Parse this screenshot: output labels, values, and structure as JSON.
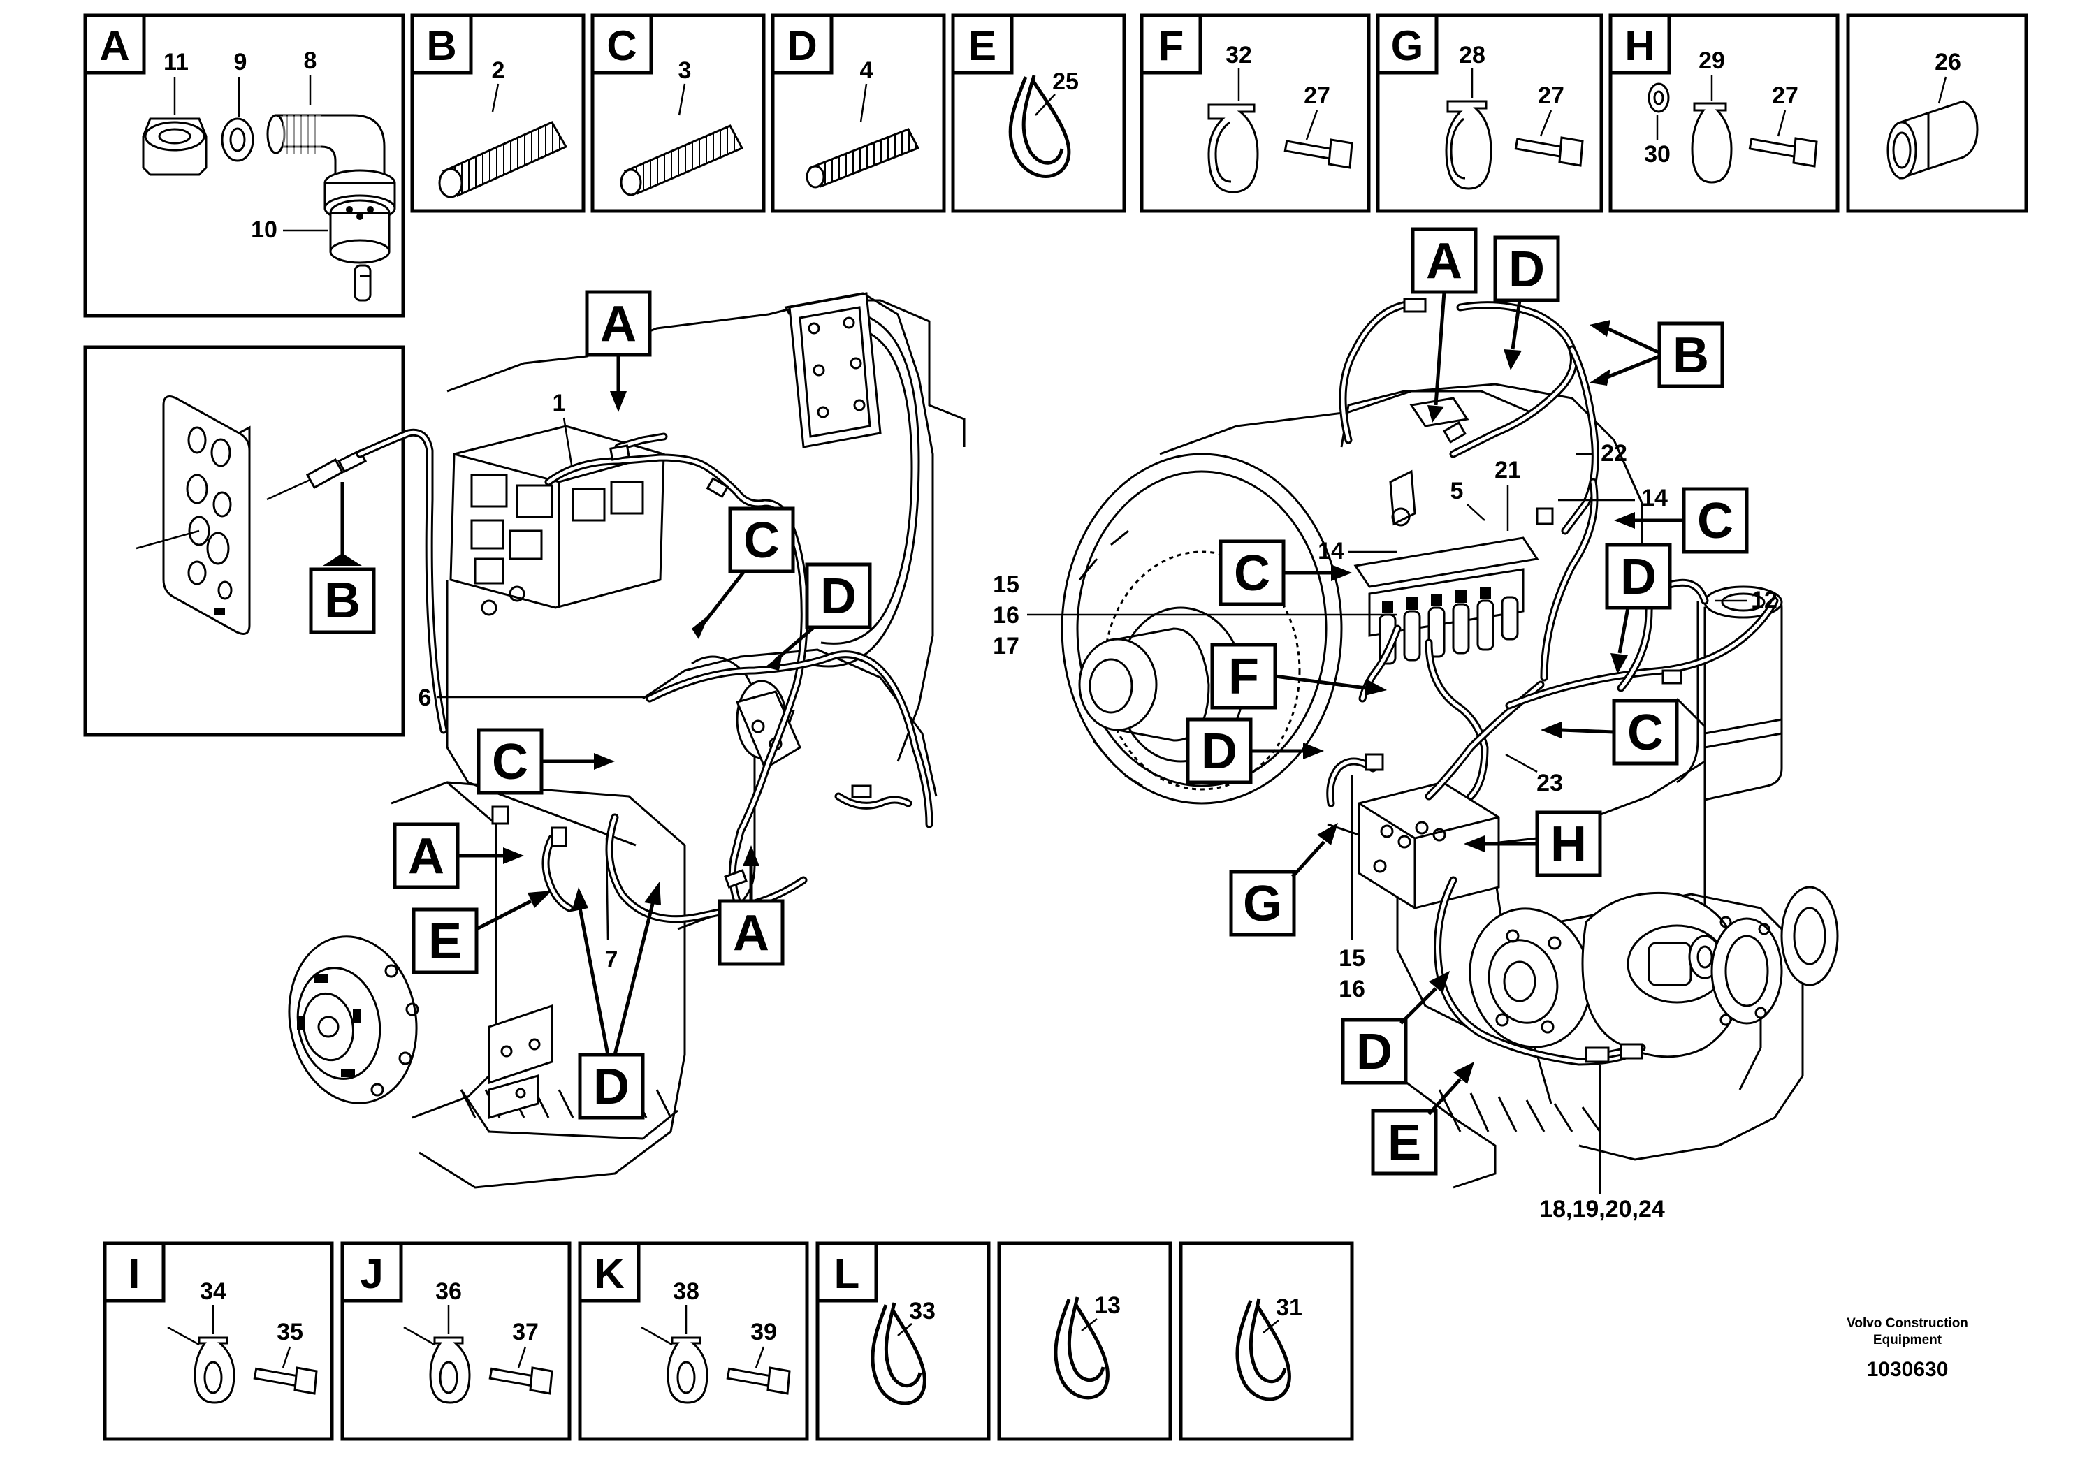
{
  "top_boxes": [
    {
      "letter": "A",
      "numbers": [
        "11",
        "9",
        "8",
        "10"
      ]
    },
    {
      "letter": "B",
      "numbers": [
        "2"
      ]
    },
    {
      "letter": "C",
      "numbers": [
        "3"
      ]
    },
    {
      "letter": "D",
      "numbers": [
        "4"
      ]
    },
    {
      "letter": "E",
      "numbers": [
        "25"
      ]
    },
    {
      "letter": "F",
      "numbers": [
        "32",
        "27"
      ]
    },
    {
      "letter": "G",
      "numbers": [
        "28",
        "27"
      ]
    },
    {
      "letter": "H",
      "numbers": [
        "29",
        "27",
        "30"
      ]
    },
    {
      "letter": "",
      "numbers": [
        "26"
      ]
    }
  ],
  "bottom_boxes": [
    {
      "letter": "I",
      "numbers": [
        "34",
        "35"
      ]
    },
    {
      "letter": "J",
      "numbers": [
        "36",
        "37"
      ]
    },
    {
      "letter": "K",
      "numbers": [
        "38",
        "39"
      ]
    },
    {
      "letter": "L",
      "numbers": [
        "33"
      ]
    },
    {
      "letter": "",
      "numbers": [
        "13"
      ]
    },
    {
      "letter": "",
      "numbers": [
        "31"
      ]
    }
  ],
  "detail_box": {
    "callout": "B"
  },
  "left_view": {
    "callouts": [
      "A",
      "C",
      "D",
      "C",
      "A",
      "E",
      "A",
      "D"
    ],
    "numbers": [
      "1",
      "6",
      "7"
    ]
  },
  "right_view": {
    "callouts": [
      "A",
      "D",
      "B",
      "C",
      "C",
      "D",
      "F",
      "D",
      "C",
      "H",
      "G",
      "D",
      "E"
    ],
    "numbers": [
      "22",
      "5",
      "21",
      "14",
      "14",
      "12",
      "15",
      "16",
      "17",
      "23",
      "15",
      "16",
      "18,19,20,24"
    ]
  },
  "footer": {
    "company_line1": "Volvo Construction",
    "company_line2": "Equipment",
    "doc_number": "1030630"
  }
}
